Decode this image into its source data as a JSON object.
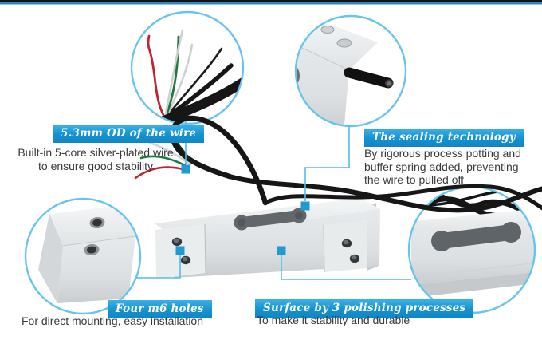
{
  "page": {
    "background": "#ffffff",
    "top_bar_black": "#151515",
    "top_bar_blue": "#2f86c3"
  },
  "colors": {
    "label_bg_top": "#3bb1e6",
    "label_bg_bottom": "#0f86c6",
    "label_text": "#ffffff",
    "body_text": "#3a3a3a",
    "callout_ring": "#66c4ef",
    "leader_line": "#55bbec",
    "marker_square": "#1f9ad2",
    "wire_red": "#c02434",
    "wire_green": "#1e7a41",
    "wire_white": "#d2d2d2",
    "cable_black": "#161616",
    "metal_light": "#eff1f2",
    "metal_mid": "#e2e5e7",
    "cutout_gray": "#5f6468"
  },
  "callouts": [
    {
      "id": "wire-od",
      "label": "5.3mm OD of the wire",
      "body": "Built-in 5-core silver-plated wire\nto ensure good stability"
    },
    {
      "id": "sealing",
      "label": "The sealing technology",
      "body": "By rigorous process potting and\nbuffer spring added, preventing\nthe wire to pulled off"
    },
    {
      "id": "m6-holes",
      "label": "Four m6 holes",
      "body": "For direct mounting, easy installation"
    },
    {
      "id": "surface",
      "label": "Surface by 3 polishing processes",
      "body": "To make it stability and durable"
    }
  ]
}
